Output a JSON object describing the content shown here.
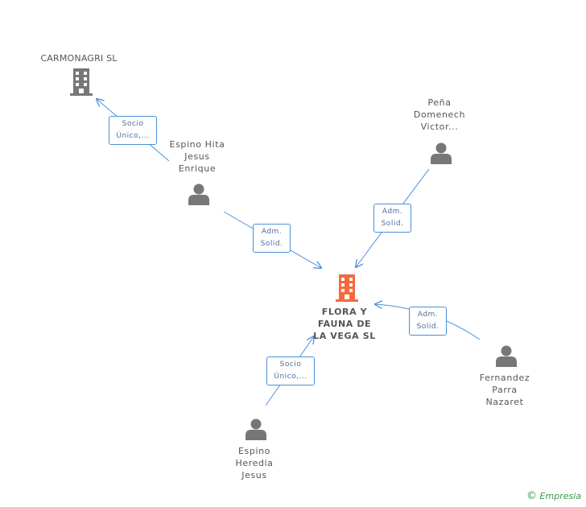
{
  "central_company": {
    "label": "FLORA Y FAUNA DE LA VEGA  SL",
    "lines": [
      "FLORA Y",
      "FAUNA DE",
      "LA VEGA  SL"
    ],
    "color": "#f26a3d"
  },
  "other_company": {
    "label": "CARMONAGRI SL",
    "color": "#777777"
  },
  "people": {
    "espino_hita": {
      "lines": [
        "Espino Hita",
        "Jesus",
        "Enrique"
      ]
    },
    "pena": {
      "lines": [
        "Peña",
        "Domenech",
        "Victor..."
      ]
    },
    "fernandez": {
      "lines": [
        "Fernandez",
        "Parra",
        "Nazaret"
      ]
    },
    "espino_heredia": {
      "lines": [
        "Espino",
        "Heredia",
        "Jesus"
      ]
    }
  },
  "relations": {
    "socio_carmonagri": [
      "Socio",
      "Único,..."
    ],
    "adm_espino_hita": [
      "Adm.",
      "Solid."
    ],
    "adm_pena": [
      "Adm.",
      "Solid."
    ],
    "adm_fernandez": [
      "Adm.",
      "Solid."
    ],
    "socio_espino_heredia": [
      "Socio",
      "Único,..."
    ]
  },
  "colors": {
    "edge": "#4a90d9",
    "person": "#777777",
    "label": "#555555"
  },
  "footer": {
    "copyright": "©",
    "brand": "Empresia"
  }
}
